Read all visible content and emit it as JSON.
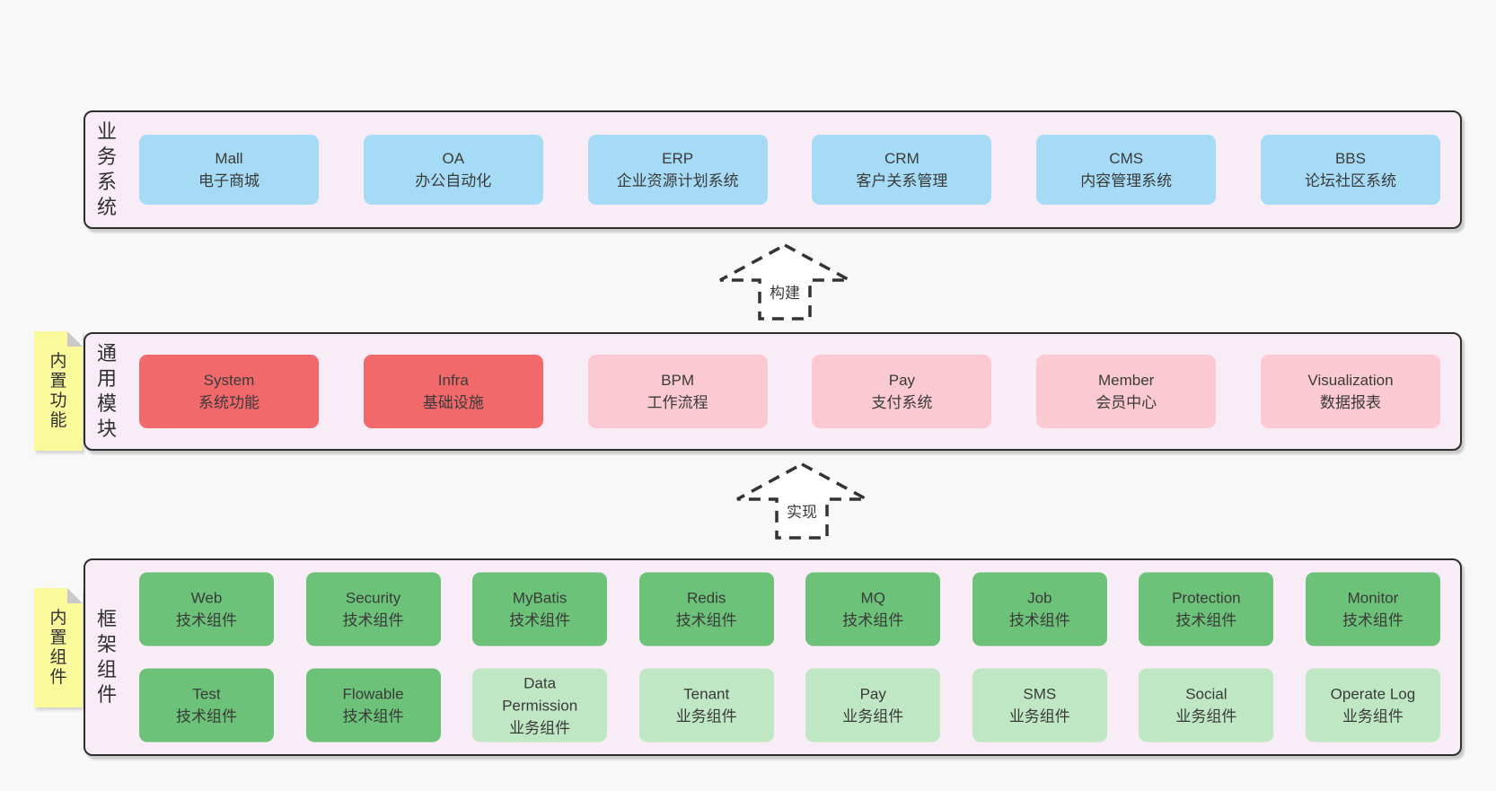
{
  "colors": {
    "page_bg": "#f8f8f8",
    "band_bg": "#f8edf6",
    "band_border": "#2e2e2e",
    "blue": "#a6dbf5",
    "red": "#f2696b",
    "pink": "#fbc9d2",
    "green": "#6bc278",
    "light_green": "#bfe7c3",
    "sticky_yellow": "#fafa9d",
    "fold_gray": "#c9c9c9",
    "text": "#3a3a3a"
  },
  "arrows": [
    {
      "label": "构建"
    },
    {
      "label": "实现"
    }
  ],
  "bands": [
    {
      "label": "业务系统",
      "boxes": [
        {
          "title": "Mall",
          "subtitle": "电子商城"
        },
        {
          "title": "OA",
          "subtitle": "办公自动化"
        },
        {
          "title": "ERP",
          "subtitle": "企业资源计划系统"
        },
        {
          "title": "CRM",
          "subtitle": "客户关系管理"
        },
        {
          "title": "CMS",
          "subtitle": "内容管理系统"
        },
        {
          "title": "BBS",
          "subtitle": "论坛社区系统"
        }
      ]
    },
    {
      "label": "通用模块",
      "sticky": "内置功能",
      "boxes": [
        {
          "title": "System",
          "subtitle": "系统功能",
          "variant": "red"
        },
        {
          "title": "Infra",
          "subtitle": "基础设施",
          "variant": "red"
        },
        {
          "title": "BPM",
          "subtitle": "工作流程",
          "variant": "pink"
        },
        {
          "title": "Pay",
          "subtitle": "支付系统",
          "variant": "pink"
        },
        {
          "title": "Member",
          "subtitle": "会员中心",
          "variant": "pink"
        },
        {
          "title": "Visualization",
          "subtitle": "数据报表",
          "variant": "pink"
        }
      ]
    },
    {
      "label": "框架组件",
      "sticky": "内置组件",
      "rows": [
        [
          {
            "title": "Web",
            "subtitle": "技术组件",
            "variant": "green"
          },
          {
            "title": "Security",
            "subtitle": "技术组件",
            "variant": "green"
          },
          {
            "title": "MyBatis",
            "subtitle": "技术组件",
            "variant": "green"
          },
          {
            "title": "Redis",
            "subtitle": "技术组件",
            "variant": "green"
          },
          {
            "title": "MQ",
            "subtitle": "技术组件",
            "variant": "green"
          },
          {
            "title": "Job",
            "subtitle": "技术组件",
            "variant": "green"
          },
          {
            "title": "Protection",
            "subtitle": "技术组件",
            "variant": "green"
          },
          {
            "title": "Monitor",
            "subtitle": "技术组件",
            "variant": "green"
          }
        ],
        [
          {
            "title": "Test",
            "subtitle": "技术组件",
            "variant": "green"
          },
          {
            "title": "Flowable",
            "subtitle": "技术组件",
            "variant": "green"
          },
          {
            "title": "Data Permission",
            "subtitle": "业务组件",
            "variant": "lightgreen"
          },
          {
            "title": "Tenant",
            "subtitle": "业务组件",
            "variant": "lightgreen"
          },
          {
            "title": "Pay",
            "subtitle": "业务组件",
            "variant": "lightgreen"
          },
          {
            "title": "SMS",
            "subtitle": "业务组件",
            "variant": "lightgreen"
          },
          {
            "title": "Social",
            "subtitle": "业务组件",
            "variant": "lightgreen"
          },
          {
            "title": "Operate Log",
            "subtitle": "业务组件",
            "variant": "lightgreen"
          }
        ]
      ]
    }
  ]
}
